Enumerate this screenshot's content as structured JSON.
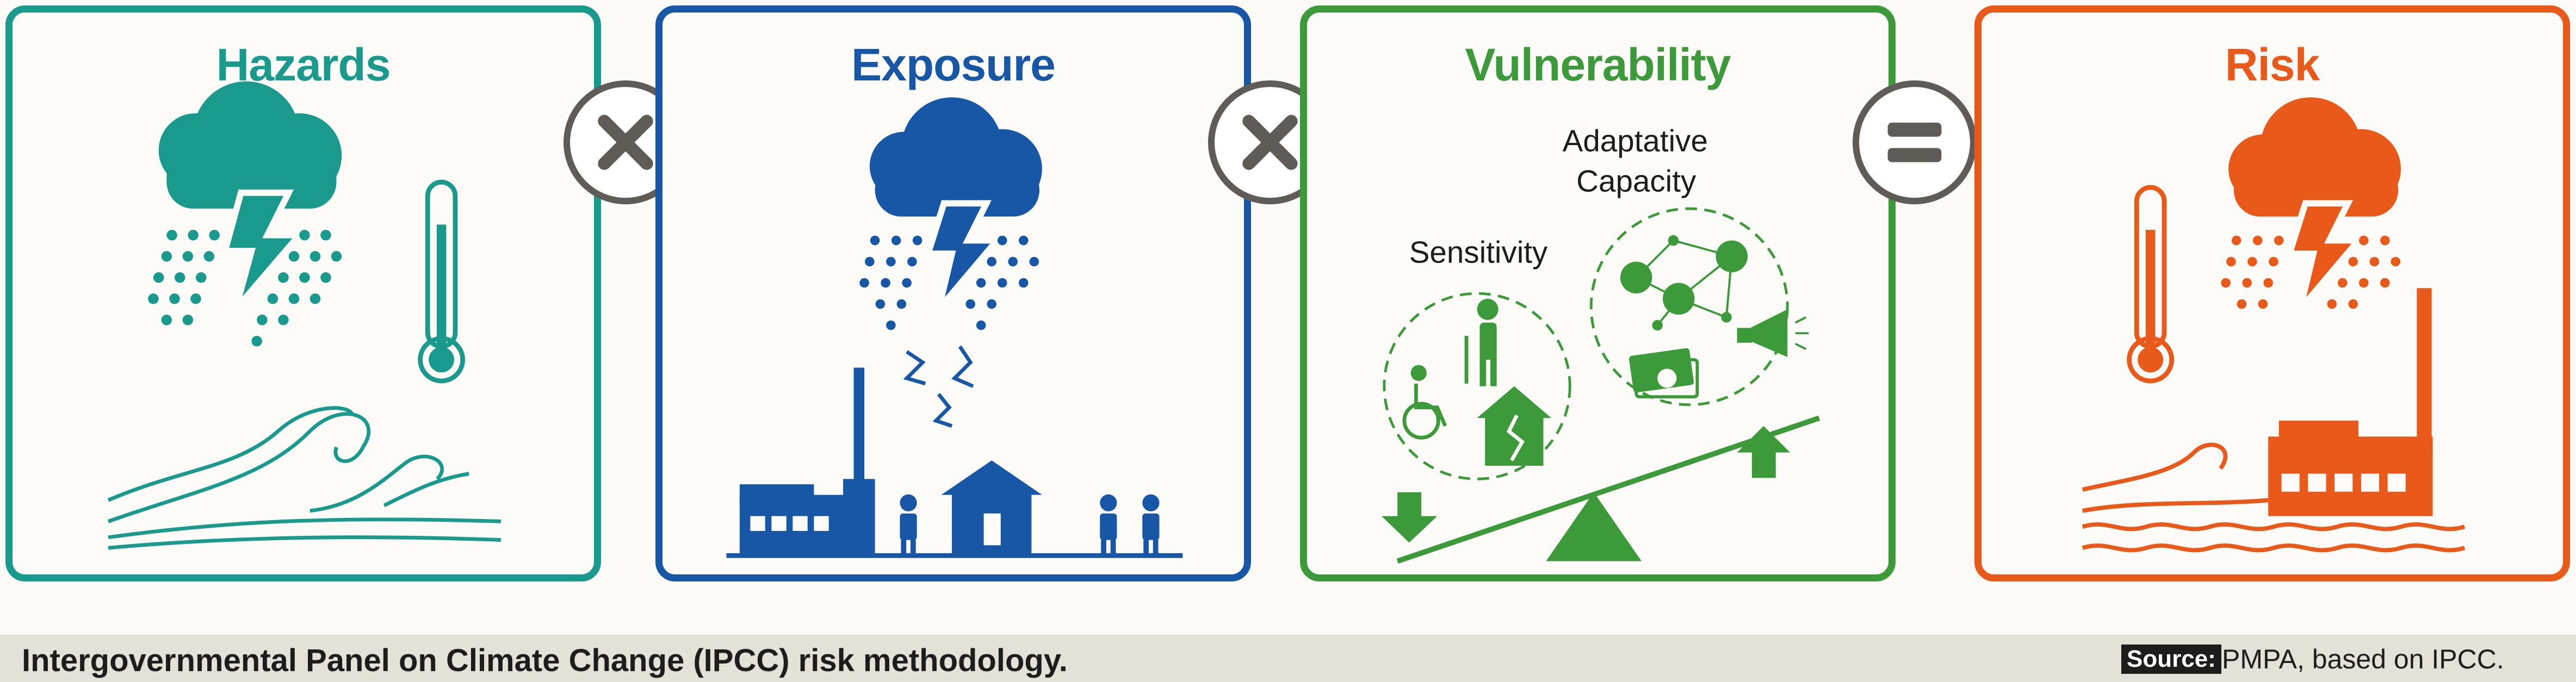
{
  "panels": [
    {
      "title": "Hazards",
      "color": "#1a9a8c"
    },
    {
      "title": "Exposure",
      "color": "#1757a5"
    },
    {
      "title": "Vulnerability",
      "color": "#3c9a3a",
      "labels": {
        "sensitivity": "Sensitivity",
        "adaptive_1": "Adaptative",
        "adaptive_2": "Capacity"
      }
    },
    {
      "title": "Risk",
      "color": "#e8591a"
    }
  ],
  "operators": [
    "multiply",
    "multiply",
    "equals"
  ],
  "footer": {
    "caption": "Intergovernmental Panel on Climate Change (IPCC) risk methodology.",
    "source_label": "Source:",
    "source_text": "PMPA, based on IPCC."
  }
}
